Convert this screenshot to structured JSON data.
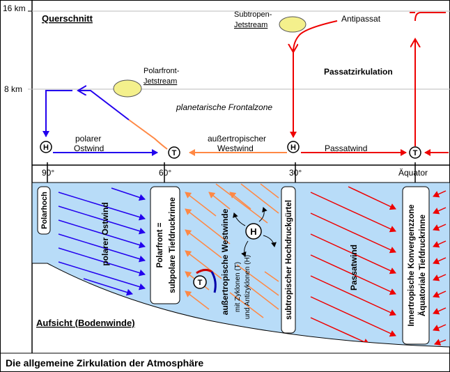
{
  "axis": {
    "top_label": "16 km",
    "mid_label": "8 km"
  },
  "section_titles": {
    "cross_section": "Querschnitt",
    "top_view": "Aufsicht (Bodenwinde)",
    "caption": "Die allgemeine Zirkulation der Atmosphäre"
  },
  "jetstreams": {
    "subtropical_line1": "Subtropen-",
    "subtropical_line2": "Jetstream",
    "polarfront_line1": "Polarfront-",
    "polarfront_line2": "Jetstream"
  },
  "upper_labels": {
    "antipassat": "Antipassat",
    "passatzirkulation": "Passatzirkulation",
    "frontalzone": "planetarische Frontalzone"
  },
  "surface_winds": {
    "polar_line1": "polarer",
    "polar_line2": "Ostwind",
    "westwind_line1": "außertropischer",
    "westwind_line2": "Westwind",
    "passatwind": "Passatwind"
  },
  "pressure_symbols": {
    "high": "H",
    "low": "T"
  },
  "latitudes": [
    "90°",
    "60°",
    "30°",
    "Äquator"
  ],
  "zones": {
    "polarhoch": "Polarhoch",
    "polarer_ostwind": "polarer Ostwind",
    "polarfront_line1": "Polarfront =",
    "polarfront_line2": "subpolare Tiefdruckrinne",
    "westwinde": "außertropische Westwinde",
    "westwinde_sub1": "mit Zyklonen (T)",
    "westwinde_sub2": "und Antizyklonen (H)",
    "hochdruckguertel": "subtropischer Hochdruckgürtel",
    "passatwind": "Passatwind",
    "konvergenz_line1": "Innertropische Konvergenzzone",
    "konvergenz_line2": "Äquatoriale Tiefdruckrinne"
  },
  "colors": {
    "blue": "#2200ee",
    "orange": "#ff8844",
    "red": "#ee0000",
    "ocean": "#b8dcf8",
    "jet": "#f4f08c"
  }
}
